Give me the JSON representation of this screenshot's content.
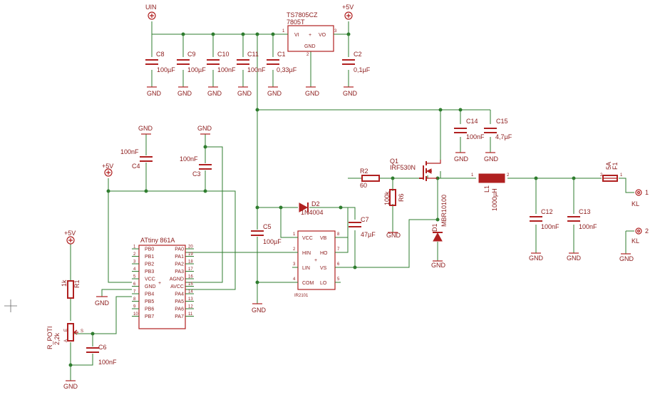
{
  "title": "",
  "labels": {
    "uin": "UIN",
    "p5v_top": "+5V",
    "p5v_left": "+5V",
    "p5v_pot": "+5V",
    "reg_name": "TS7805CZ",
    "reg_value": "7805T",
    "reg_vi": "VI",
    "reg_vo": "VO",
    "reg_gnd": "GND",
    "reg_pin1": "1",
    "reg_pin2": "2",
    "reg_pin3": "3",
    "c8": "C8",
    "c8_val": "100µF",
    "c9": "C9",
    "c9_val": "100µF",
    "c10": "C10",
    "c10_val": "100nF",
    "c11": "C11",
    "c11_val": "100nF",
    "c1": "C1",
    "c1_val": "0,33µF",
    "c2": "C2",
    "c2_val": "0,1µF",
    "c4": "C4",
    "c4_val": "100nF",
    "c3": "C3",
    "c3_val": "100nF",
    "c5": "C5",
    "c5_val": "100µF",
    "c7": "C7",
    "c7_val": "47µF",
    "c14": "C14",
    "c14_val": "100nF",
    "c15": "C15",
    "c15_val": "4,7µF",
    "c12": "C12",
    "c12_val": "100nF",
    "c13": "C13",
    "c13_val": "100nF",
    "c6": "C6",
    "c6_val": "100nF",
    "d2": "D2",
    "d2_val": "1N4004",
    "d1": "D1",
    "d1_val": "MBR10100",
    "q1": "Q1",
    "q1_val": "IRF530N",
    "r2": "R2",
    "r2_val": "60",
    "r6": "R6",
    "r6_val": "100k",
    "r1": "R1",
    "r1_val": "1k",
    "l1": "L1",
    "l1_val": "1000µH",
    "l1_pin1": "1",
    "l1_pin2": "2",
    "f1": "F1",
    "f1_val": "5A",
    "f1_pin1": "1",
    "f1_pin2": "2",
    "kl1": "KL",
    "kl1_num": "1",
    "kl2": "KL",
    "kl2_num": "2",
    "mcu_name": "ATtiny 861A",
    "drv_name": "IR2101",
    "pot_name": "R_POTI",
    "pot_val": "2,2k",
    "pot_a": "A",
    "pot_e": "E",
    "pot_s": "S",
    "gnd": "GND",
    "plus": "+"
  },
  "mcu_left_pins": [
    {
      "num": "1",
      "name": "PB0"
    },
    {
      "num": "2",
      "name": "PB1"
    },
    {
      "num": "3",
      "name": "PB2"
    },
    {
      "num": "4",
      "name": "PB3"
    },
    {
      "num": "5",
      "name": "VCC"
    },
    {
      "num": "6",
      "name": "GND"
    },
    {
      "num": "7",
      "name": "PB4"
    },
    {
      "num": "8",
      "name": "PB5"
    },
    {
      "num": "9",
      "name": "PB6"
    },
    {
      "num": "10",
      "name": "PB7"
    }
  ],
  "mcu_right_pins": [
    {
      "num": "20",
      "name": "PA0"
    },
    {
      "num": "19",
      "name": "PA1"
    },
    {
      "num": "18",
      "name": "PA2"
    },
    {
      "num": "17",
      "name": "PA3"
    },
    {
      "num": "16",
      "name": "AGND"
    },
    {
      "num": "15",
      "name": "AVCC"
    },
    {
      "num": "14",
      "name": "PA4"
    },
    {
      "num": "13",
      "name": "PA5"
    },
    {
      "num": "12",
      "name": "PA6"
    },
    {
      "num": "11",
      "name": "PA7"
    }
  ],
  "drv_pins": {
    "vcc": "VCC",
    "vb": "VB",
    "hin": "HIN",
    "ho": "HO",
    "lin": "LIN",
    "vs": "VS",
    "com": "COM",
    "lo": "LO",
    "p1": "1",
    "p8": "8",
    "p2": "2",
    "p7": "7",
    "p3": "3",
    "p6": "6",
    "p4": "4",
    "p5": "5"
  },
  "colors": {
    "wire": "#2f7d2f",
    "component": "#b02020",
    "text": "#8b1a1a",
    "background": "#ffffff"
  }
}
